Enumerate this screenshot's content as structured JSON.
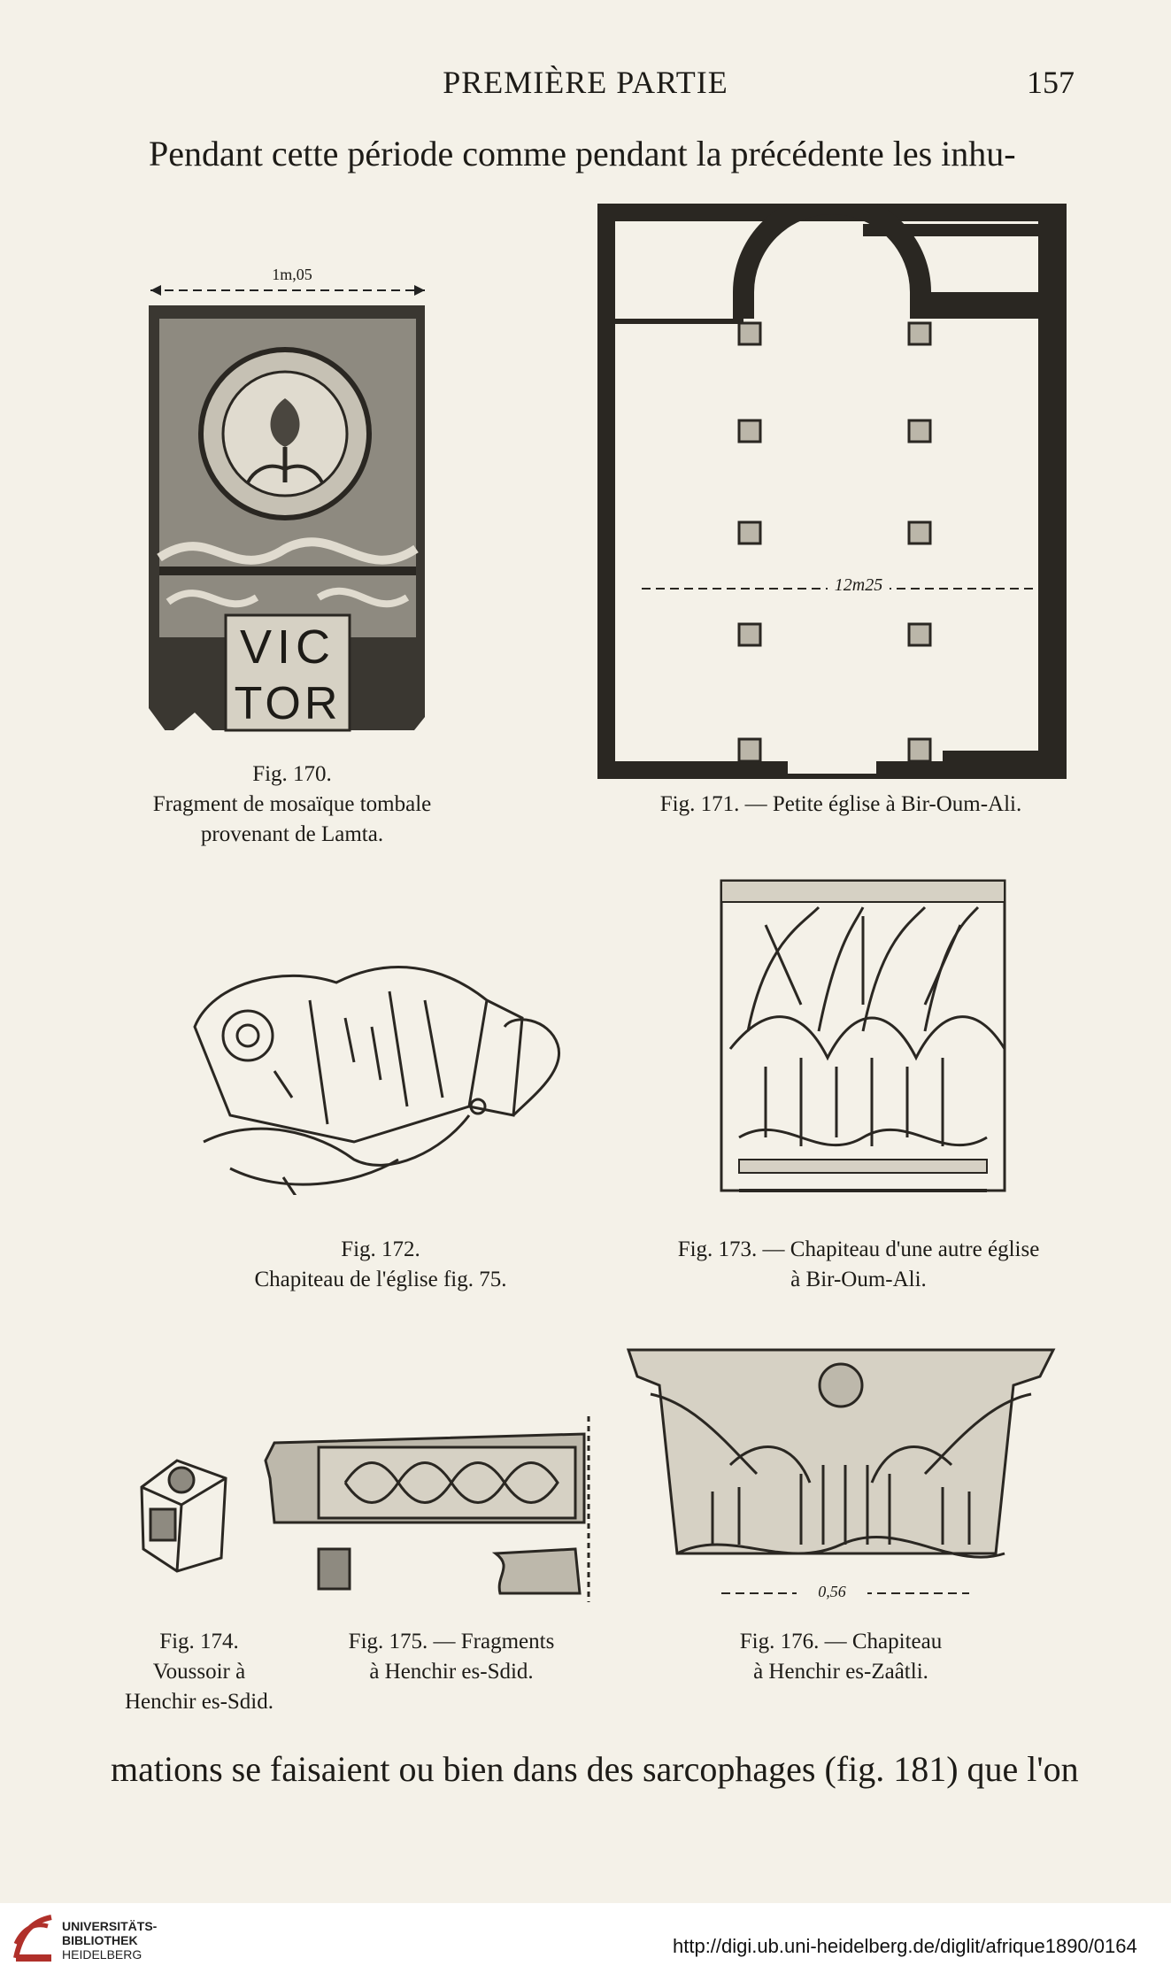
{
  "header": {
    "title": "PREMIÈRE PARTIE",
    "page_number": "157"
  },
  "text": {
    "top_line": "Pendant cette période comme pendant la précédente les inhu-",
    "bottom_line": "mations se faisaient ou bien dans des sarcophages (fig. 181) que l'on"
  },
  "figures": {
    "fig170": {
      "dimension_label": "1m,05",
      "inscription_1": "VIC",
      "inscription_2": "TOR",
      "caption_1": "Fig. 170.",
      "caption_2": "Fragment de mosaïque tombale",
      "caption_3": "provenant de Lamta."
    },
    "fig171": {
      "dimension_label": "12m25",
      "caption_1": "Fig. 171. — Petite église à Bir-Oum-Ali."
    },
    "fig172": {
      "caption_1": "Fig. 172.",
      "caption_2": "Chapiteau de l'église fig. 75."
    },
    "fig173": {
      "caption_1": "Fig. 173. — Chapiteau d'une autre église",
      "caption_2": "à Bir-Oum-Ali."
    },
    "fig174": {
      "caption_1": "Fig. 174.",
      "caption_2": "Voussoir à",
      "caption_3": "Henchir es-Sdid."
    },
    "fig175": {
      "caption_1": "Fig. 175. — Fragments",
      "caption_2": "à Henchir es-Sdid."
    },
    "fig176": {
      "dimension_label": "0,56",
      "caption_1": "Fig. 176. — Chapiteau",
      "caption_2": "à Henchir es-Zaâtli."
    }
  },
  "footer": {
    "logo_line_1": "UNIVERSITÄTS-",
    "logo_line_2": "BIBLIOTHEK",
    "logo_line_3": "HEIDELBERG",
    "url": "http://digi.ub.uni-heidelberg.de/diglit/afrique1890/0164"
  }
}
